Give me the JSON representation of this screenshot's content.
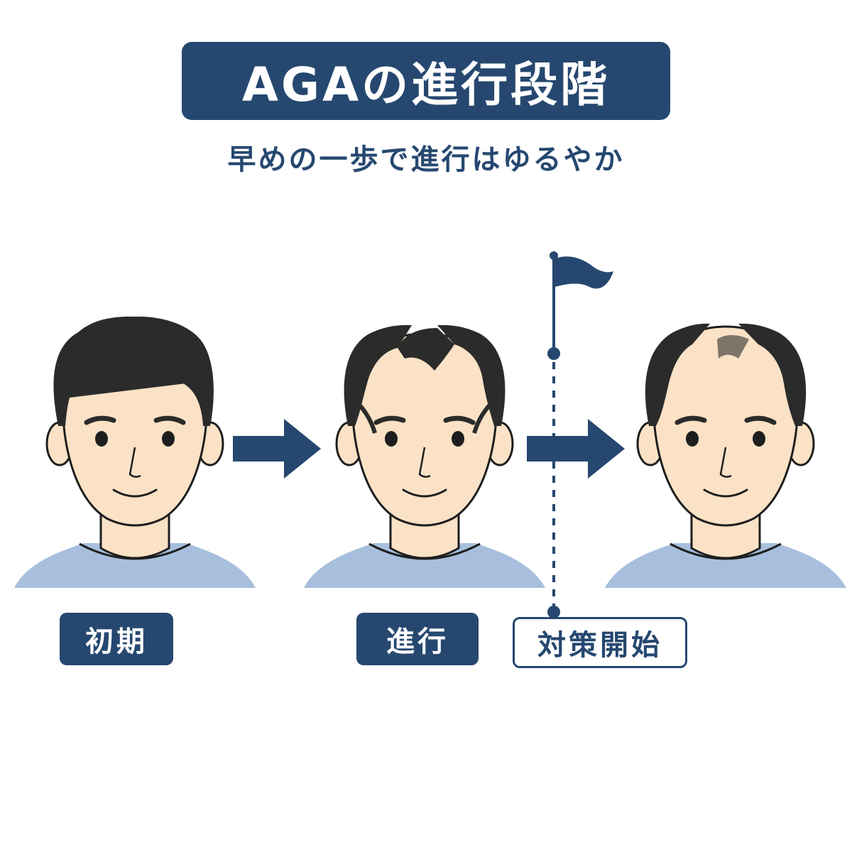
{
  "title": "AGAの進行段階",
  "subtitle": "早めの一歩で進行はゆるやか",
  "stages": [
    {
      "label": "初期",
      "hair": "full",
      "icon": "face-full-hair-icon"
    },
    {
      "label": "進行",
      "hair": "receding",
      "icon": "face-receding-hair-icon"
    },
    {
      "label": "",
      "hair": "thinning",
      "icon": "face-thinning-hair-icon"
    }
  ],
  "marker": {
    "label": "対策開始",
    "icon": "flag-icon"
  },
  "colors": {
    "navy": "#264870",
    "hair": "#2b2b2b",
    "skin": "#fbe2c6",
    "shirt": "#a7bfdd",
    "outline": "#1e1e1e"
  }
}
